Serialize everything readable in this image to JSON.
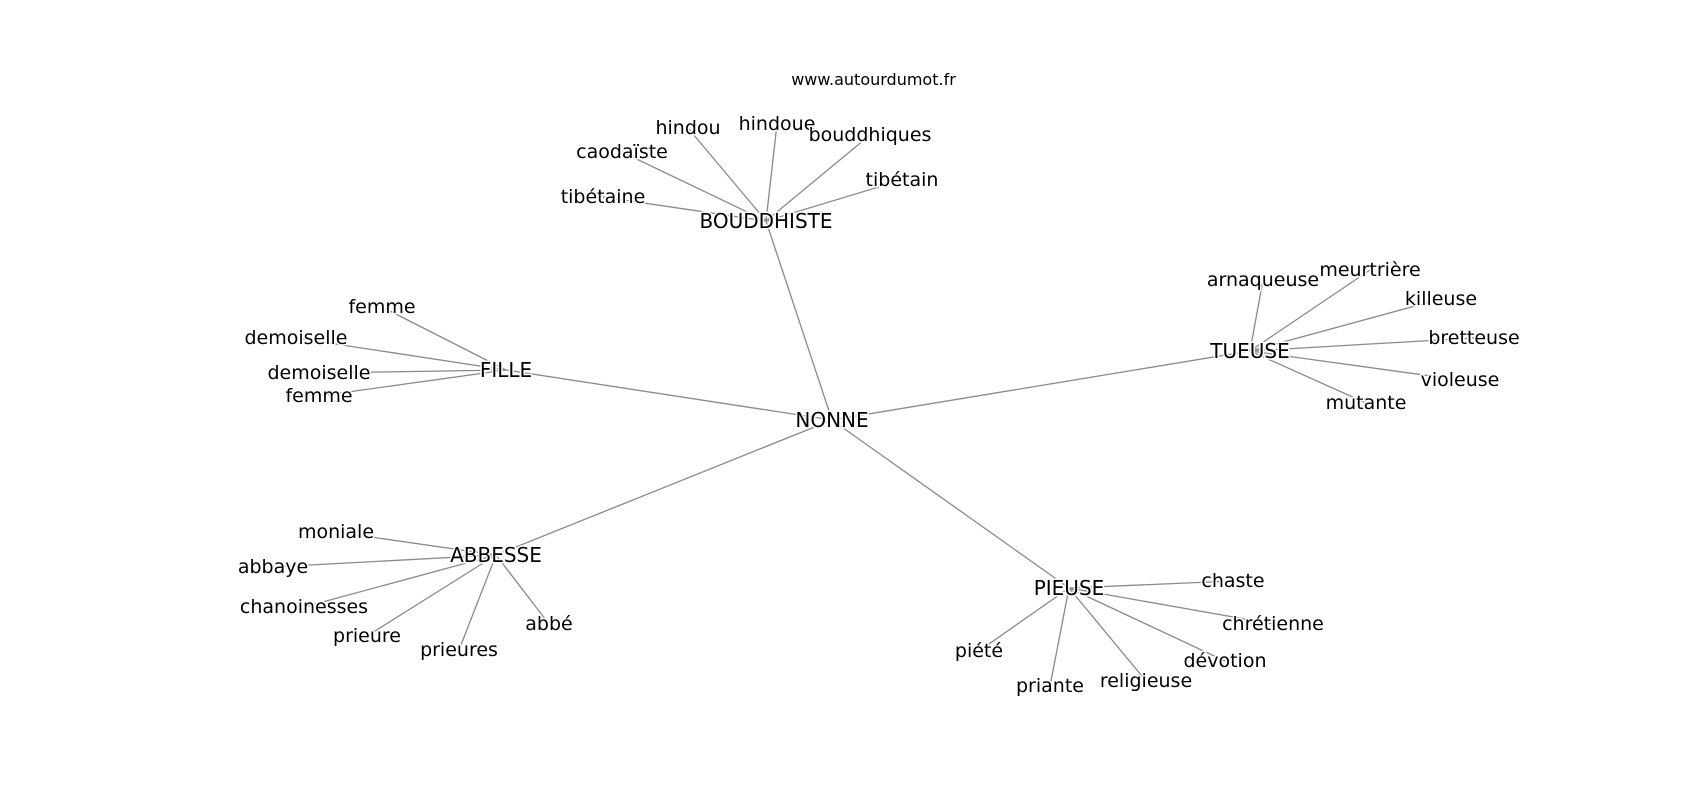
{
  "site": "www.autourdumot.fr",
  "colors": {
    "edge": "#8a8a8a",
    "text": "#000000",
    "background": "#ffffff"
  },
  "graph": {
    "center": "NONNE",
    "hubs": [
      {
        "id": "bouddhiste",
        "label": "BOUDDHISTE",
        "leaves": [
          "caodaïste",
          "hindou",
          "hindoue",
          "bouddhiques",
          "tibétain",
          "tibétaine"
        ]
      },
      {
        "id": "fille",
        "label": "FILLE",
        "leaves": [
          "femme",
          "demoiselle",
          "demoiselle",
          "femme"
        ]
      },
      {
        "id": "tueuse",
        "label": "TUEUSE",
        "leaves": [
          "arnaqueuse",
          "meurtrière",
          "killeuse",
          "bretteuse",
          "violeuse",
          "mutante"
        ]
      },
      {
        "id": "abbesse",
        "label": "ABBESSE",
        "leaves": [
          "moniale",
          "abbaye",
          "chanoinesses",
          "prieure",
          "prieures",
          "abbé"
        ]
      },
      {
        "id": "pieuse",
        "label": "PIEUSE",
        "leaves": [
          "chaste",
          "chrétienne",
          "dévotion",
          "religieuse",
          "priante",
          "piété"
        ]
      }
    ]
  }
}
